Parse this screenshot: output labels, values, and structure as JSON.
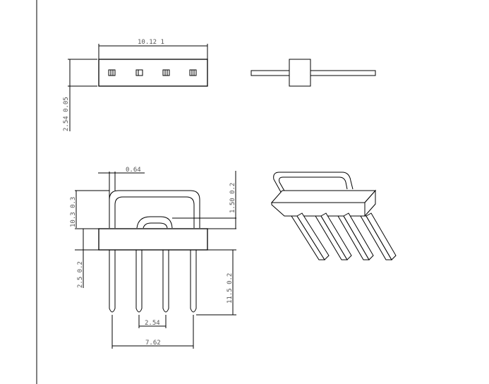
{
  "dims": {
    "top_width": "10.12  1",
    "top_height": "2.54  0.05",
    "pin_thickness": "0.64",
    "bend_height": "10.3  0.3",
    "loop_offset": "1.50  0.2",
    "body_height": "2.5  0.2",
    "pin_length": "11.5  0.2",
    "pitch": "2.54",
    "span": "7.62"
  }
}
